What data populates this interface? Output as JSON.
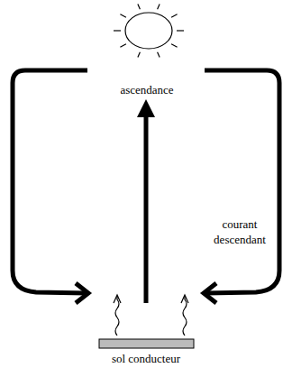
{
  "diagram": {
    "labels": [
      "ascendance",
      "courant descendant",
      "sol conducteur"
    ]
  }
}
